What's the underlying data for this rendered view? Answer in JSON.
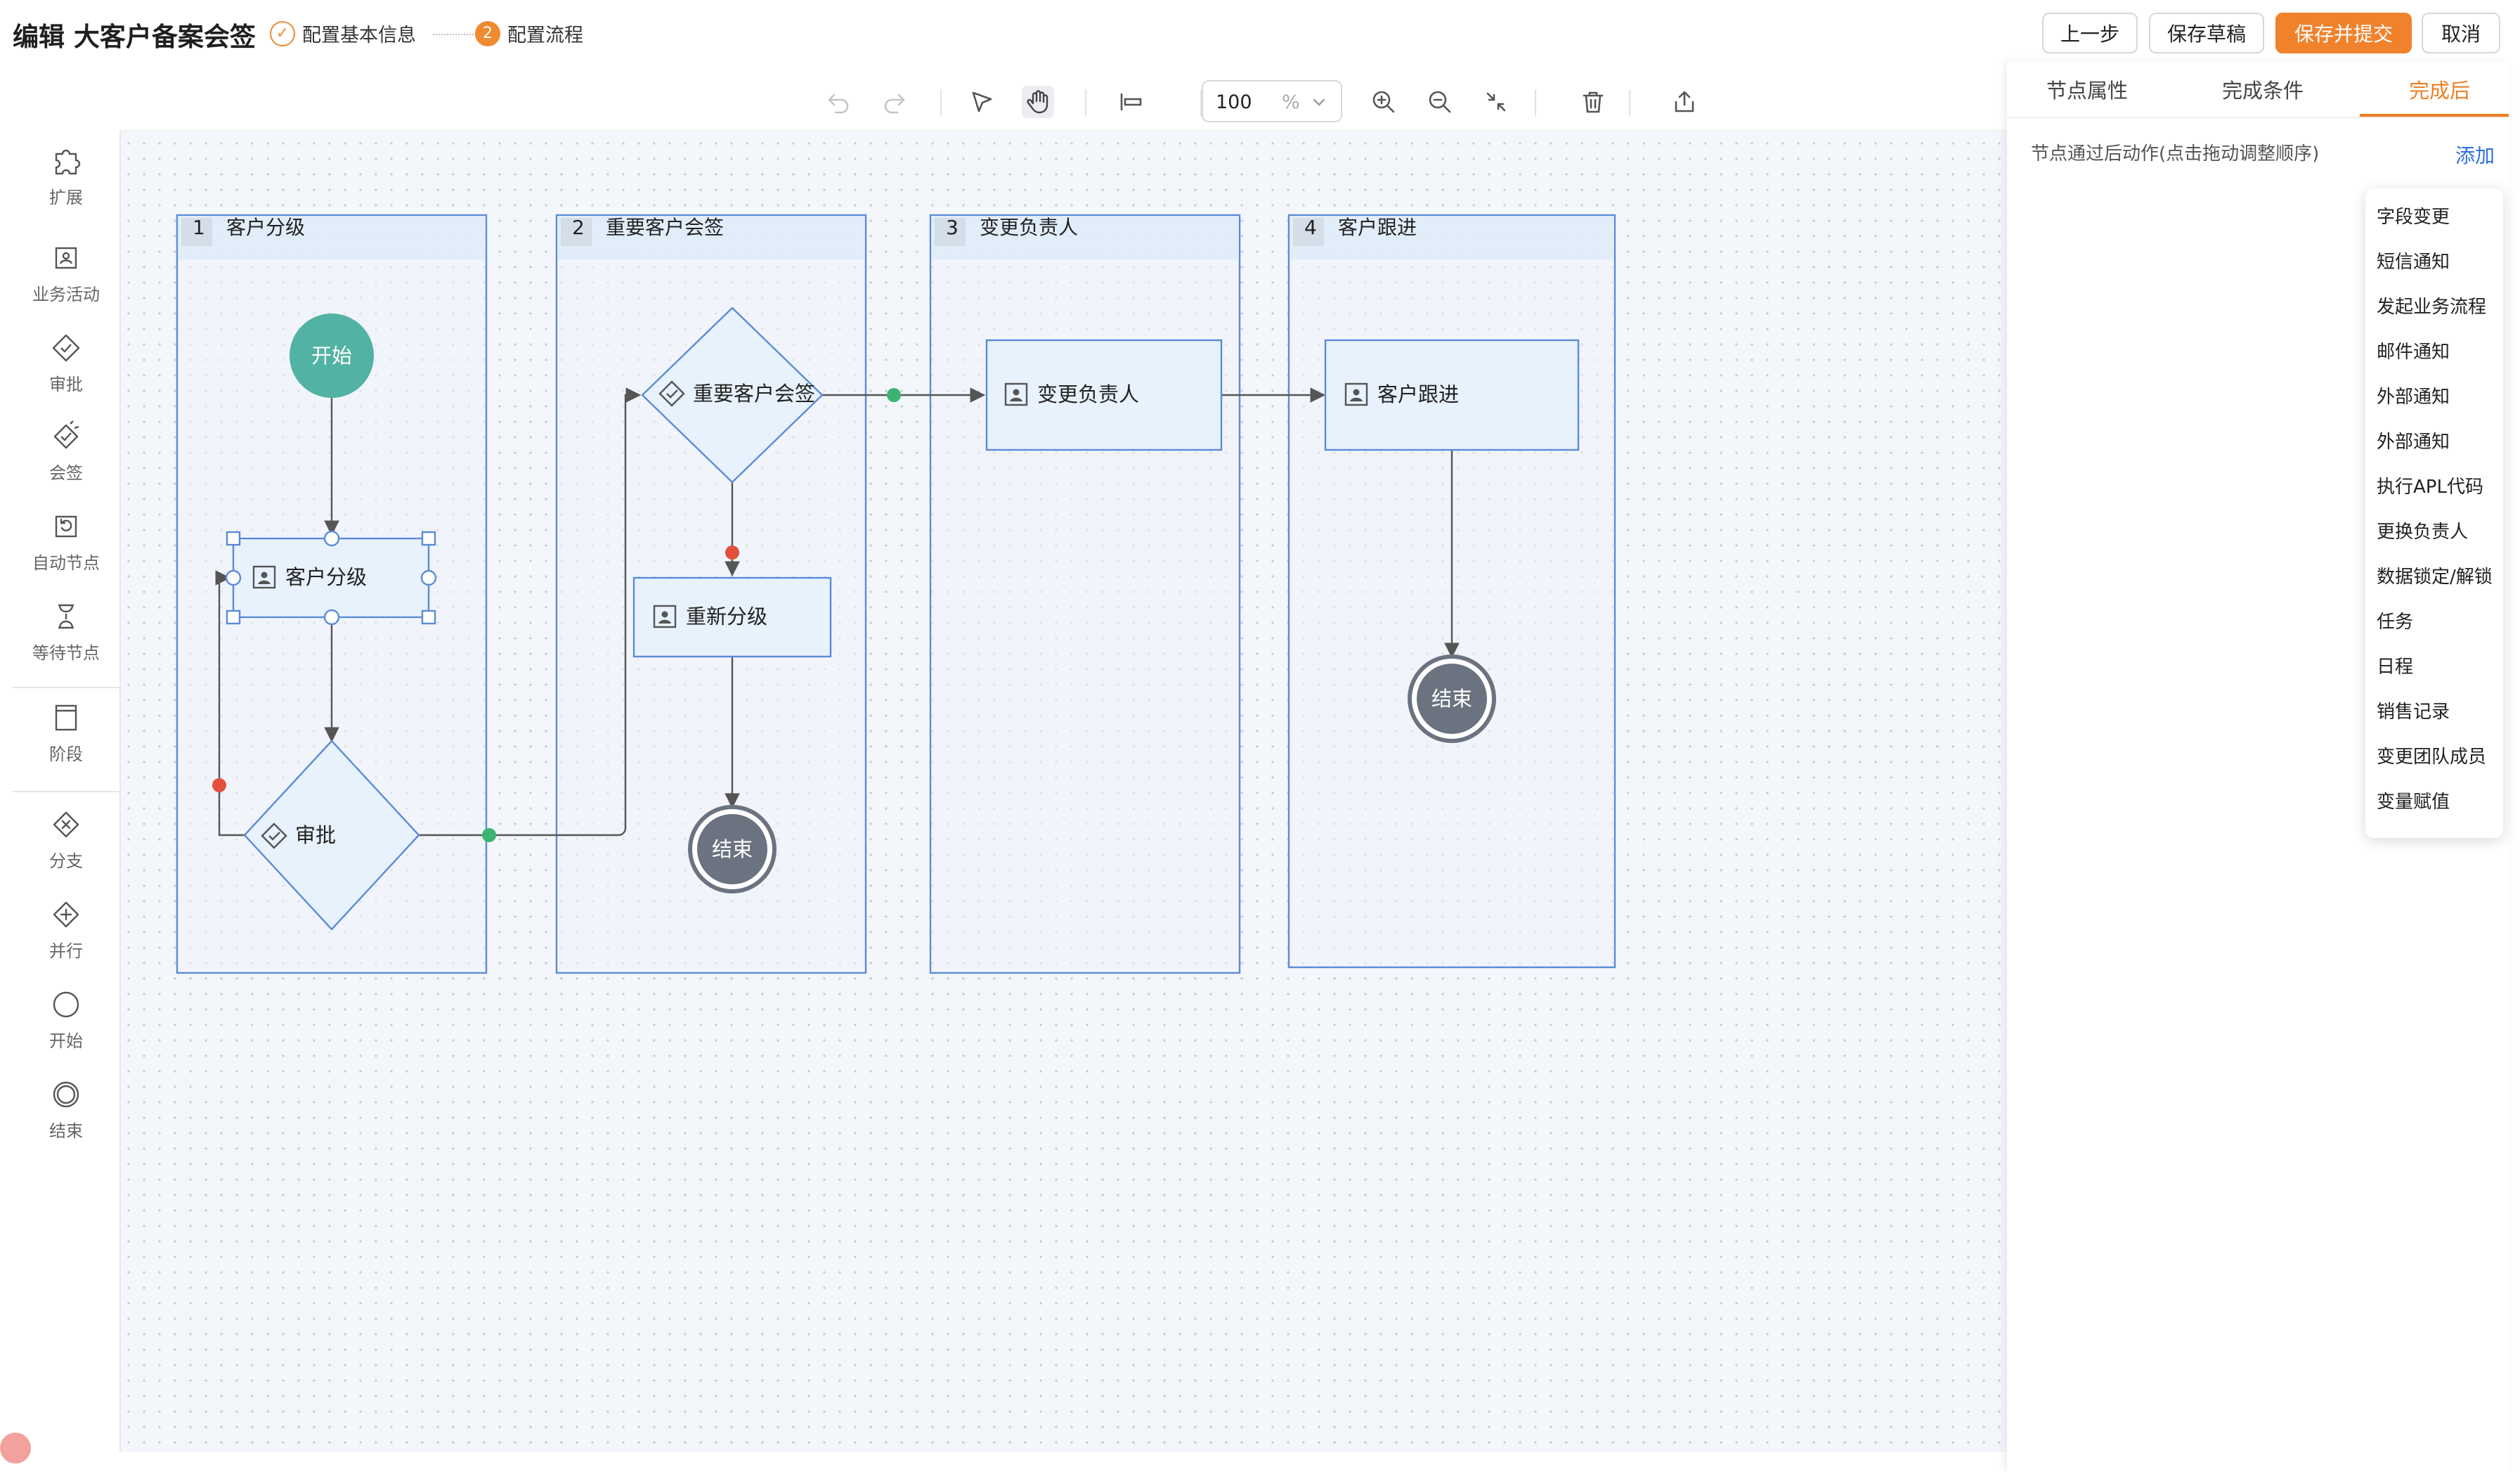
{
  "header": {
    "title": "编辑 大客户备案会签",
    "steps": [
      {
        "label": "配置基本信息",
        "marker": "✓"
      },
      {
        "label": "配置流程",
        "marker": "2"
      }
    ],
    "buttons": {
      "prev": "上一步",
      "save_draft": "保存草稿",
      "save_submit": "保存并提交",
      "cancel": "取消"
    }
  },
  "toolbar": {
    "zoom_value": "100",
    "zoom_unit": "%",
    "tools": [
      "undo-icon",
      "redo-icon",
      "select-pointer-icon",
      "hand-pan-icon",
      "align-icon",
      "zoom-in-icon",
      "zoom-out-icon",
      "fit-view-icon",
      "delete-icon",
      "export-icon"
    ]
  },
  "palette": {
    "items": [
      {
        "label": "扩展",
        "icon": "puzzle-icon"
      },
      {
        "label": "业务活动",
        "icon": "activity-icon"
      },
      {
        "label": "审批",
        "icon": "approval-icon"
      },
      {
        "label": "会签",
        "icon": "countersign-icon"
      },
      {
        "label": "自动节点",
        "icon": "auto-node-icon"
      },
      {
        "label": "等待节点",
        "icon": "hourglass-icon"
      },
      {
        "label": "阶段",
        "icon": "stage-icon"
      },
      {
        "label": "分支",
        "icon": "branch-icon"
      },
      {
        "label": "并行",
        "icon": "parallel-icon"
      },
      {
        "label": "开始",
        "icon": "start-circle-icon"
      },
      {
        "label": "结束",
        "icon": "end-circle-icon"
      }
    ]
  },
  "diagram": {
    "lanes": [
      {
        "num": "1",
        "title": "客户分级"
      },
      {
        "num": "2",
        "title": "重要客户会签"
      },
      {
        "num": "3",
        "title": "变更负责人"
      },
      {
        "num": "4",
        "title": "客户跟进"
      }
    ],
    "nodes": {
      "start": "开始",
      "classify": "客户分级",
      "approve": "审批",
      "countersign": "重要客户会签",
      "reclassify": "重新分级",
      "end1": "结束",
      "change_owner": "变更负责人",
      "follow_up": "客户跟进",
      "end2": "结束"
    }
  },
  "right_panel": {
    "tabs": [
      "节点属性",
      "完成条件",
      "完成后"
    ],
    "active_tab": "完成后",
    "action_hint": "节点通过后动作(点击拖动调整顺序)",
    "add_label": "添加",
    "dropdown_items": [
      "字段变更",
      "短信通知",
      "发起业务流程",
      "邮件通知",
      "外部通知",
      "外部通知",
      "执行APL代码",
      "更换负责人",
      "数据锁定/解锁",
      "任务",
      "日程",
      "销售记录",
      "变更团队成员",
      "变量赋值"
    ]
  },
  "colors": {
    "accent": "#f0822c",
    "lane_border": "#5b8bd6",
    "node_fill": "#e8f2fc",
    "start_fill": "#52b2a3",
    "end_fill": "#6b7280",
    "link": "#2f6fe0",
    "dot_green": "#3cb371",
    "dot_red": "#e2503c"
  }
}
